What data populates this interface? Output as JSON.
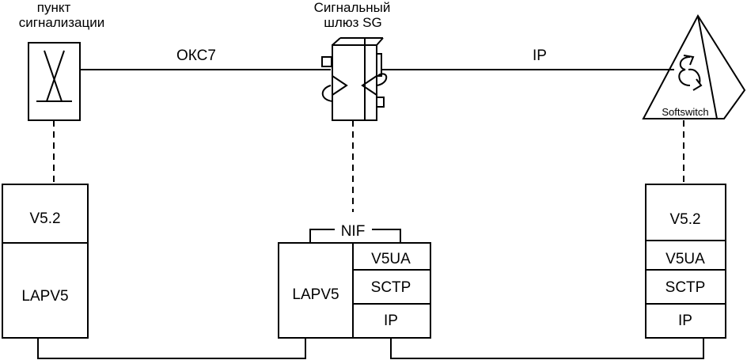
{
  "signaling_point": {
    "label_line1": "пункт",
    "label_line2": "сигнализации"
  },
  "gateway": {
    "label_line1": "Сигнальный",
    "label_line2": "шлюз SG"
  },
  "softswitch": {
    "label": "Softswitch"
  },
  "links": {
    "left": "ОКС7",
    "right": "IP"
  },
  "left_stack": {
    "layers": [
      "V5.2",
      "LAPV5"
    ]
  },
  "middle_stack": {
    "nif": "NIF",
    "left_layer": "LAPV5",
    "layers": [
      "V5UA",
      "SCTP",
      "IP"
    ]
  },
  "right_stack": {
    "layers": [
      "V5.2",
      "V5UA",
      "SCTP",
      "IP"
    ]
  }
}
